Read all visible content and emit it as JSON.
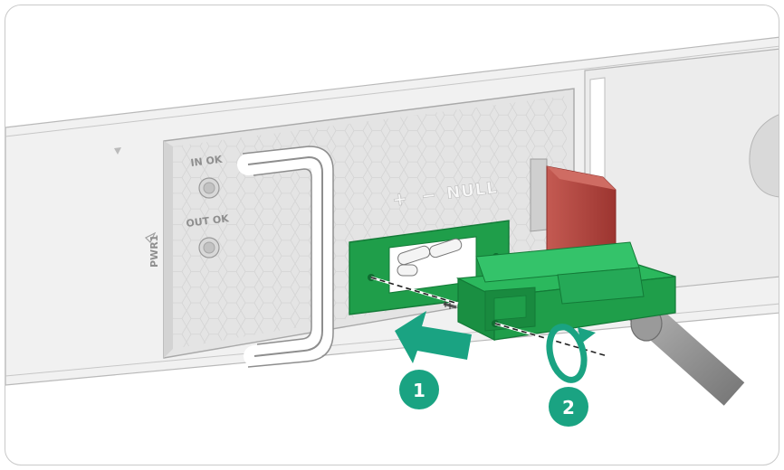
{
  "panel_labels": {
    "in_ok": "IN OK",
    "out_ok": "OUT OK",
    "pwr": "PWR1",
    "plus": "+",
    "minus": "−",
    "null": "NULL"
  },
  "steps": [
    {
      "number": "1"
    },
    {
      "number": "2"
    }
  ],
  "colors": {
    "connector_green": "#1f9e4a",
    "step_badge": "#1aa382",
    "arrow": "#1aa382",
    "latch_red": "#b2413c",
    "panel": "#e4e4e4",
    "cable": "#8f8f8f"
  }
}
